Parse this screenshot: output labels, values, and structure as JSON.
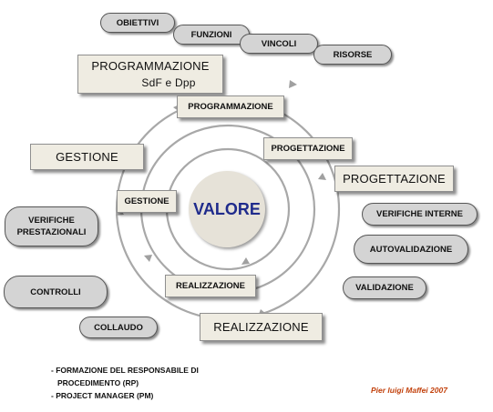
{
  "center": "VALORE",
  "top_pills": [
    "OBIETTIVI",
    "FUNZIONI",
    "VINCOLI",
    "RISORSE"
  ],
  "outer_boxes": {
    "programmazione": "PROGRAMMAZIONE",
    "programmazione_sub": "SdF e Dpp",
    "progettazione": "PROGETTAZIONE",
    "realizzazione": "REALIZZAZIONE",
    "gestione": "GESTIONE"
  },
  "inner_boxes": {
    "programmazione": "PROGRAMMAZIONE",
    "progettazione": "PROGETTAZIONE",
    "realizzazione": "REALIZZAZIONE",
    "gestione": "GESTIONE"
  },
  "right_pills": [
    "VERIFICHE INTERNE",
    "AUTOVALIDAZIONE",
    "VALIDAZIONE"
  ],
  "left_pills": {
    "verifiche_line1": "VERIFICHE",
    "verifiche_line2": "PRESTAZIONALI",
    "controlli": "CONTROLLI",
    "collaudo": "COLLAUDO"
  },
  "notes": {
    "line1": "- FORMAZIONE DEL RESPONSABILE DI",
    "line2": "PROCEDIMENTO (RP)",
    "line3": "- PROJECT MANAGER (PM)"
  },
  "credit": "Pier luigi Maffei 2007",
  "colors": {
    "box_fill": "#efece2",
    "pill_fill": "#d4d4d4",
    "spiral": "#a8a8a8",
    "valore_text": "#1f2b8c",
    "credit_text": "#c2410c"
  }
}
